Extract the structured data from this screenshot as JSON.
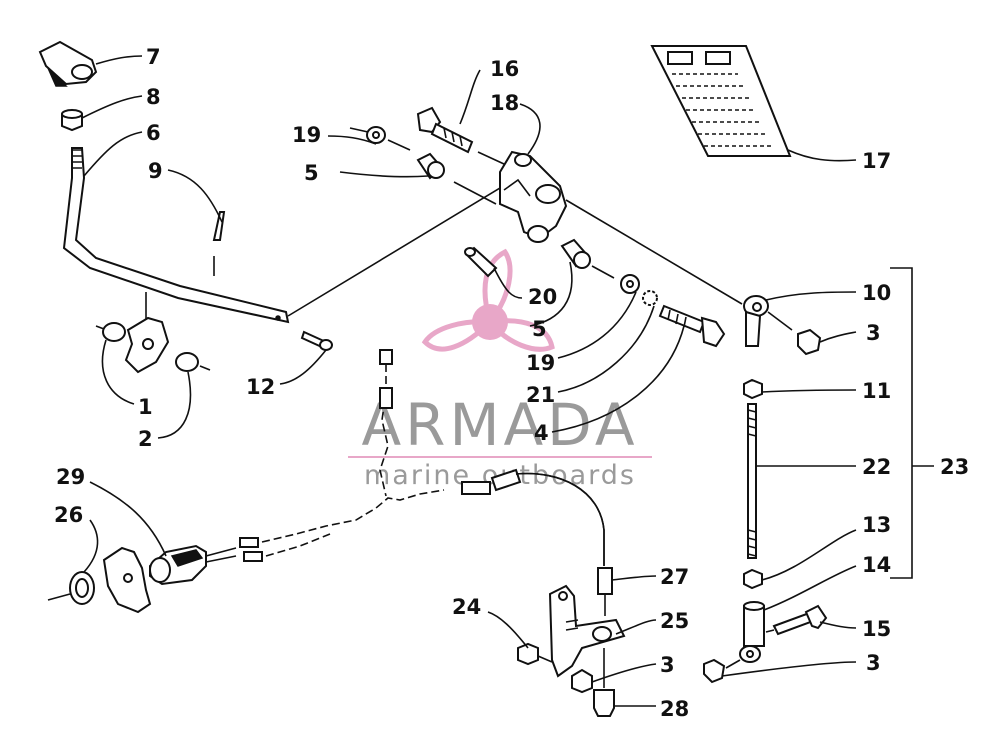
{
  "watermark": {
    "brand": "ARMADA",
    "tagline": "marine outboards",
    "color_logo": "#e8a7c8",
    "color_text": "#9a9a9a"
  },
  "callouts": {
    "c7": "7",
    "c8": "8",
    "c6": "6",
    "c9": "9",
    "c16": "16",
    "c18": "18",
    "c19a": "19",
    "c5a": "5",
    "c17": "17",
    "c10": "10",
    "c3a": "3",
    "c20": "20",
    "c5b": "5",
    "c19b": "19",
    "c21": "21",
    "c4": "4",
    "c11": "11",
    "c22": "22",
    "c23": "23",
    "c12": "12",
    "c1": "1",
    "c2": "2",
    "c29": "29",
    "c26": "26",
    "c27": "27",
    "c24": "24",
    "c25": "25",
    "c3b": "3",
    "c28": "28",
    "c13": "13",
    "c14": "14",
    "c15": "15",
    "c3c": "3"
  }
}
